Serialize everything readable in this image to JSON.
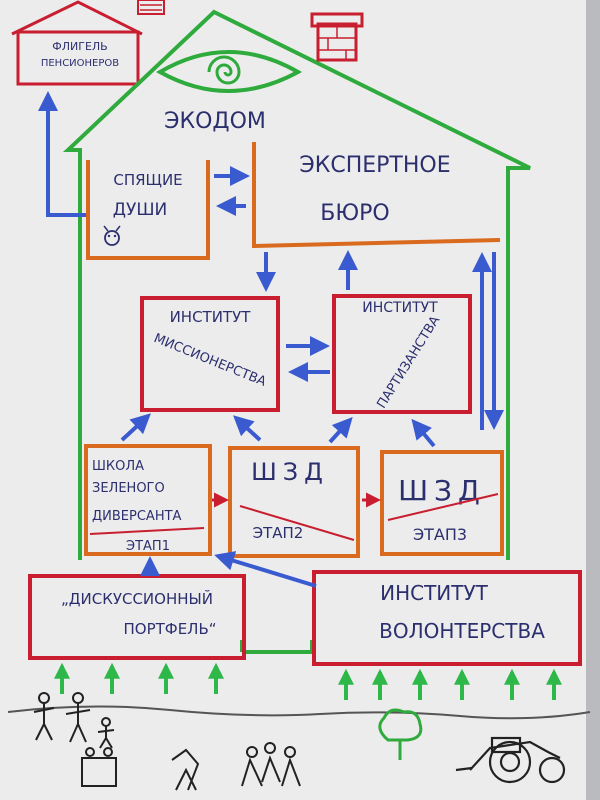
{
  "title": "ЭКОДОМ",
  "annex": {
    "line1": "ФЛИГЕЛЬ",
    "line2": "ПЕНСИОНЕРОВ"
  },
  "boxes": {
    "sleeping": {
      "line1": "СПЯЩИЕ",
      "line2": "ДУШИ"
    },
    "expert": {
      "line1": "ЭКСПЕРТНОЕ",
      "line2": "БЮРО"
    },
    "missionary": {
      "line1": "ИНСТИТУТ",
      "line2": "МИССИОНЕРСТВА"
    },
    "partisan": {
      "line1": "ИНСТИТУТ",
      "line2": "ПАРТИЗАНСТВА"
    },
    "school": {
      "line1": "ШКОЛА",
      "line2": "ЗЕЛЕНОГО",
      "line3": "ДИВЕРСАНТА",
      "stage": "ЭТАП1"
    },
    "shzd2": {
      "title": "ШЗД",
      "stage": "ЭТАП2"
    },
    "shzd3": {
      "title": "ШЗД",
      "stage": "ЭТАП3"
    },
    "discussion": {
      "line1": "„ДИСКУССИОННЫЙ",
      "line2": "ПОРТФЕЛЬ“"
    },
    "volunteer": {
      "line1": "ИНСТИТУТ",
      "line2": "ВОЛОНТЕРСТВА"
    }
  },
  "colors": {
    "paper": "#ececed",
    "house": "#2faa3c",
    "orange": "#d96a1e",
    "red": "#c81e30",
    "blue": "#3a5ad0",
    "ink": "#2c2f6e",
    "arrow_up": "#2fb84a"
  }
}
